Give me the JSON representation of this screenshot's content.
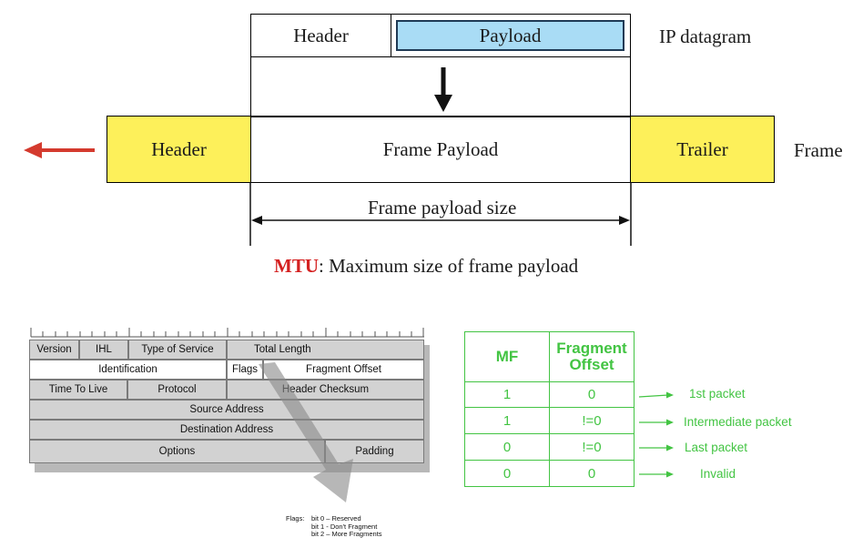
{
  "datagram": {
    "header": "Header",
    "payload": "Payload",
    "label": "IP datagram"
  },
  "frame": {
    "header": "Header",
    "payload": "Frame Payload",
    "trailer": "Trailer",
    "label": "Frame",
    "size_label": "Frame payload size"
  },
  "mtu": {
    "term": "MTU",
    "definition": ": Maximum size of frame payload"
  },
  "ip_header": {
    "rows": [
      [
        "Version",
        "IHL",
        "Type of Service",
        "Total Length"
      ],
      [
        "Identification",
        "Flags",
        "Fragment Offset"
      ],
      [
        "Time To Live",
        "Protocol",
        "Header Checksum"
      ],
      [
        "Source Address"
      ],
      [
        "Destination Address"
      ],
      [
        "Options",
        "Padding"
      ]
    ],
    "flags_note": {
      "prefix": "Flags:",
      "lines": [
        "bit 0 – Reserved",
        "bit 1 - Don't Fragment",
        "bit 2 – More Fragments"
      ]
    }
  },
  "fragment_table": {
    "headers": [
      "MF",
      "Fragment Offset"
    ],
    "rows": [
      {
        "mf": "1",
        "offset": "0",
        "meaning": "1st packet"
      },
      {
        "mf": "1",
        "offset": "!=0",
        "meaning": "Intermediate packet"
      },
      {
        "mf": "0",
        "offset": "!=0",
        "meaning": "Last packet"
      },
      {
        "mf": "0",
        "offset": "0",
        "meaning": "Invalid"
      }
    ],
    "color": "#43c443"
  },
  "colors": {
    "frame_yellow": "#fdf05a",
    "payload_blue": "#a9dcf5",
    "mtu_red": "#d42020",
    "left_arrow": "#d43a2e"
  }
}
